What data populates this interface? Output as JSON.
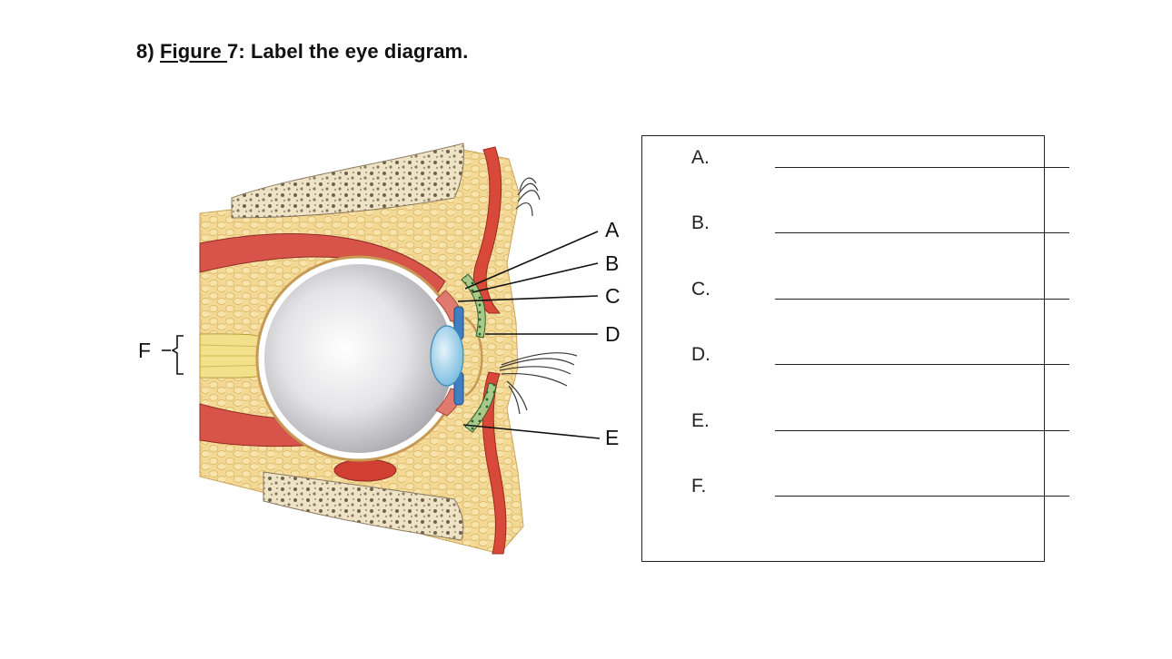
{
  "heading": {
    "number": "8) ",
    "figure_ref": "Figure ",
    "rest": "7: Label the eye diagram."
  },
  "diagram": {
    "callouts": [
      "A",
      "B",
      "C",
      "D",
      "E"
    ],
    "bracket_label": "F"
  },
  "answers": {
    "rows": [
      {
        "letter": "A."
      },
      {
        "letter": "B."
      },
      {
        "letter": "C."
      },
      {
        "letter": "D."
      },
      {
        "letter": "E."
      },
      {
        "letter": "F."
      }
    ]
  }
}
